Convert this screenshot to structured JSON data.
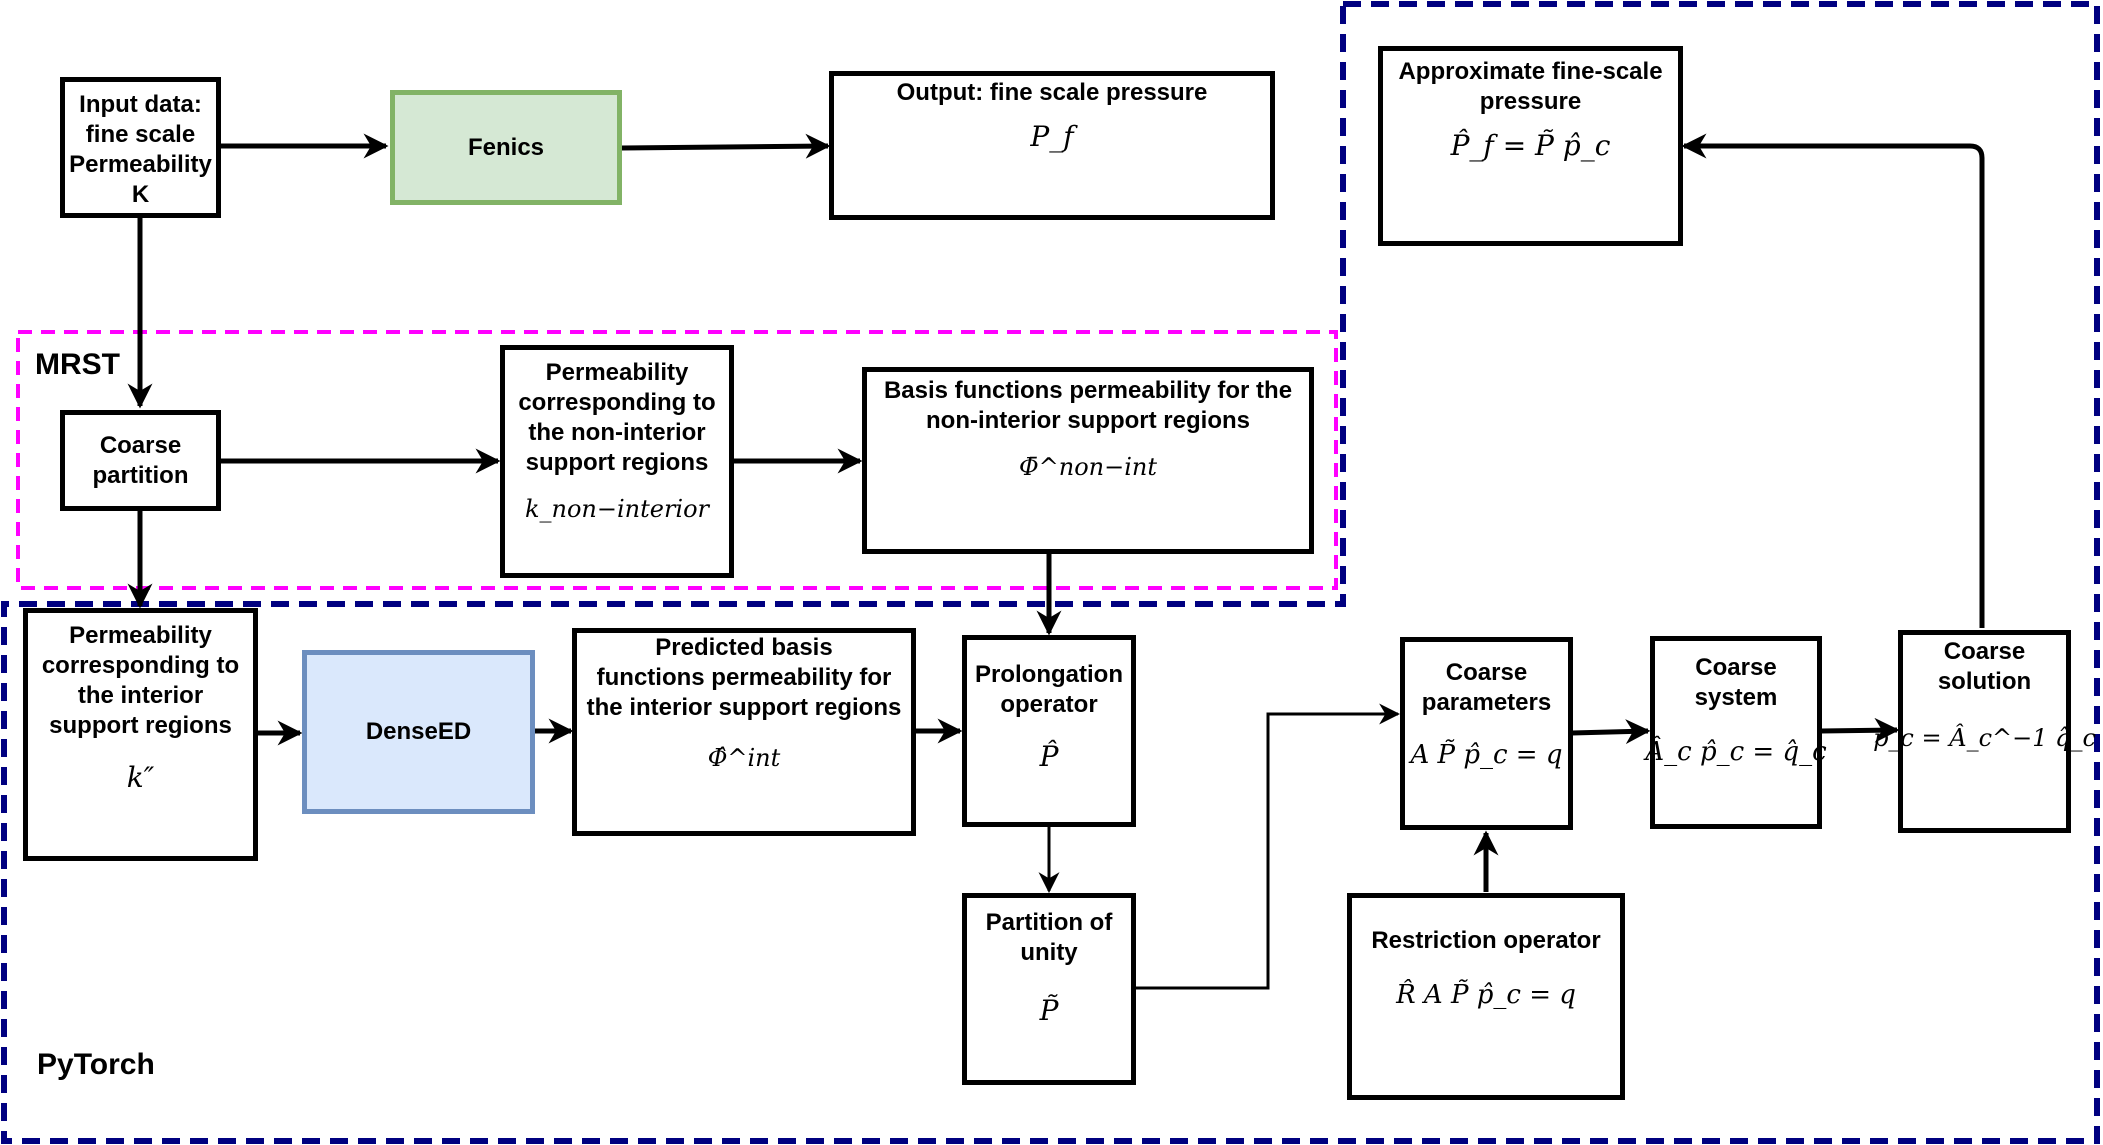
{
  "regions": {
    "mrst": "MRST",
    "pytorch": "PyTorch"
  },
  "nodes": {
    "input": {
      "title": "Input data:\nfine scale\nPermeability\nK"
    },
    "fenics": {
      "title": "Fenics"
    },
    "output": {
      "title": "Output: fine scale pressure",
      "math": "P_f"
    },
    "approx": {
      "title": "Approximate fine-scale\npressure",
      "math": "P̂_f = P̃ p̂_c"
    },
    "coarse_partition": {
      "title": "Coarse\npartition"
    },
    "perm_noninterior": {
      "title": "Permeability\ncorresponding to\nthe non-interior\nsupport regions",
      "math": "k_non−interior"
    },
    "basis_noninterior": {
      "title": "Basis functions permeability for the\nnon-interior support regions",
      "math": "Φ̄^non−int"
    },
    "perm_interior": {
      "title": "Permeability\ncorresponding to\nthe interior\nsupport regions",
      "math": "k″"
    },
    "denseed": {
      "title": "DenseED"
    },
    "predicted": {
      "title": "Predicted basis\nfunctions permeability for\nthe interior support regions",
      "math": "Φ̂^int"
    },
    "prolongation": {
      "title": "Prolongation\noperator",
      "math": "P̂"
    },
    "partition_unity": {
      "title": "Partition of\nunity",
      "math": "P̃"
    },
    "coarse_params": {
      "title": "Coarse\nparameters",
      "math": "A P̃ p̂_c = q"
    },
    "coarse_system": {
      "title": "Coarse\nsystem",
      "math": "Â_c p̂_c = q̂_c"
    },
    "coarse_solution": {
      "title": "Coarse\nsolution",
      "math": "p̂_c = Â_c^−1 q̂_c"
    },
    "restriction": {
      "title": "Restriction operator",
      "math": "R̂ A P̃ p̂_c = q"
    }
  },
  "colors": {
    "mrst_border": "#ff00ff",
    "pytorch_border": "#000080",
    "fenics_fill": "#d5e8d4",
    "fenics_border": "#82b366",
    "denseed_fill": "#dae8fc",
    "denseed_border": "#6c8ebf"
  }
}
